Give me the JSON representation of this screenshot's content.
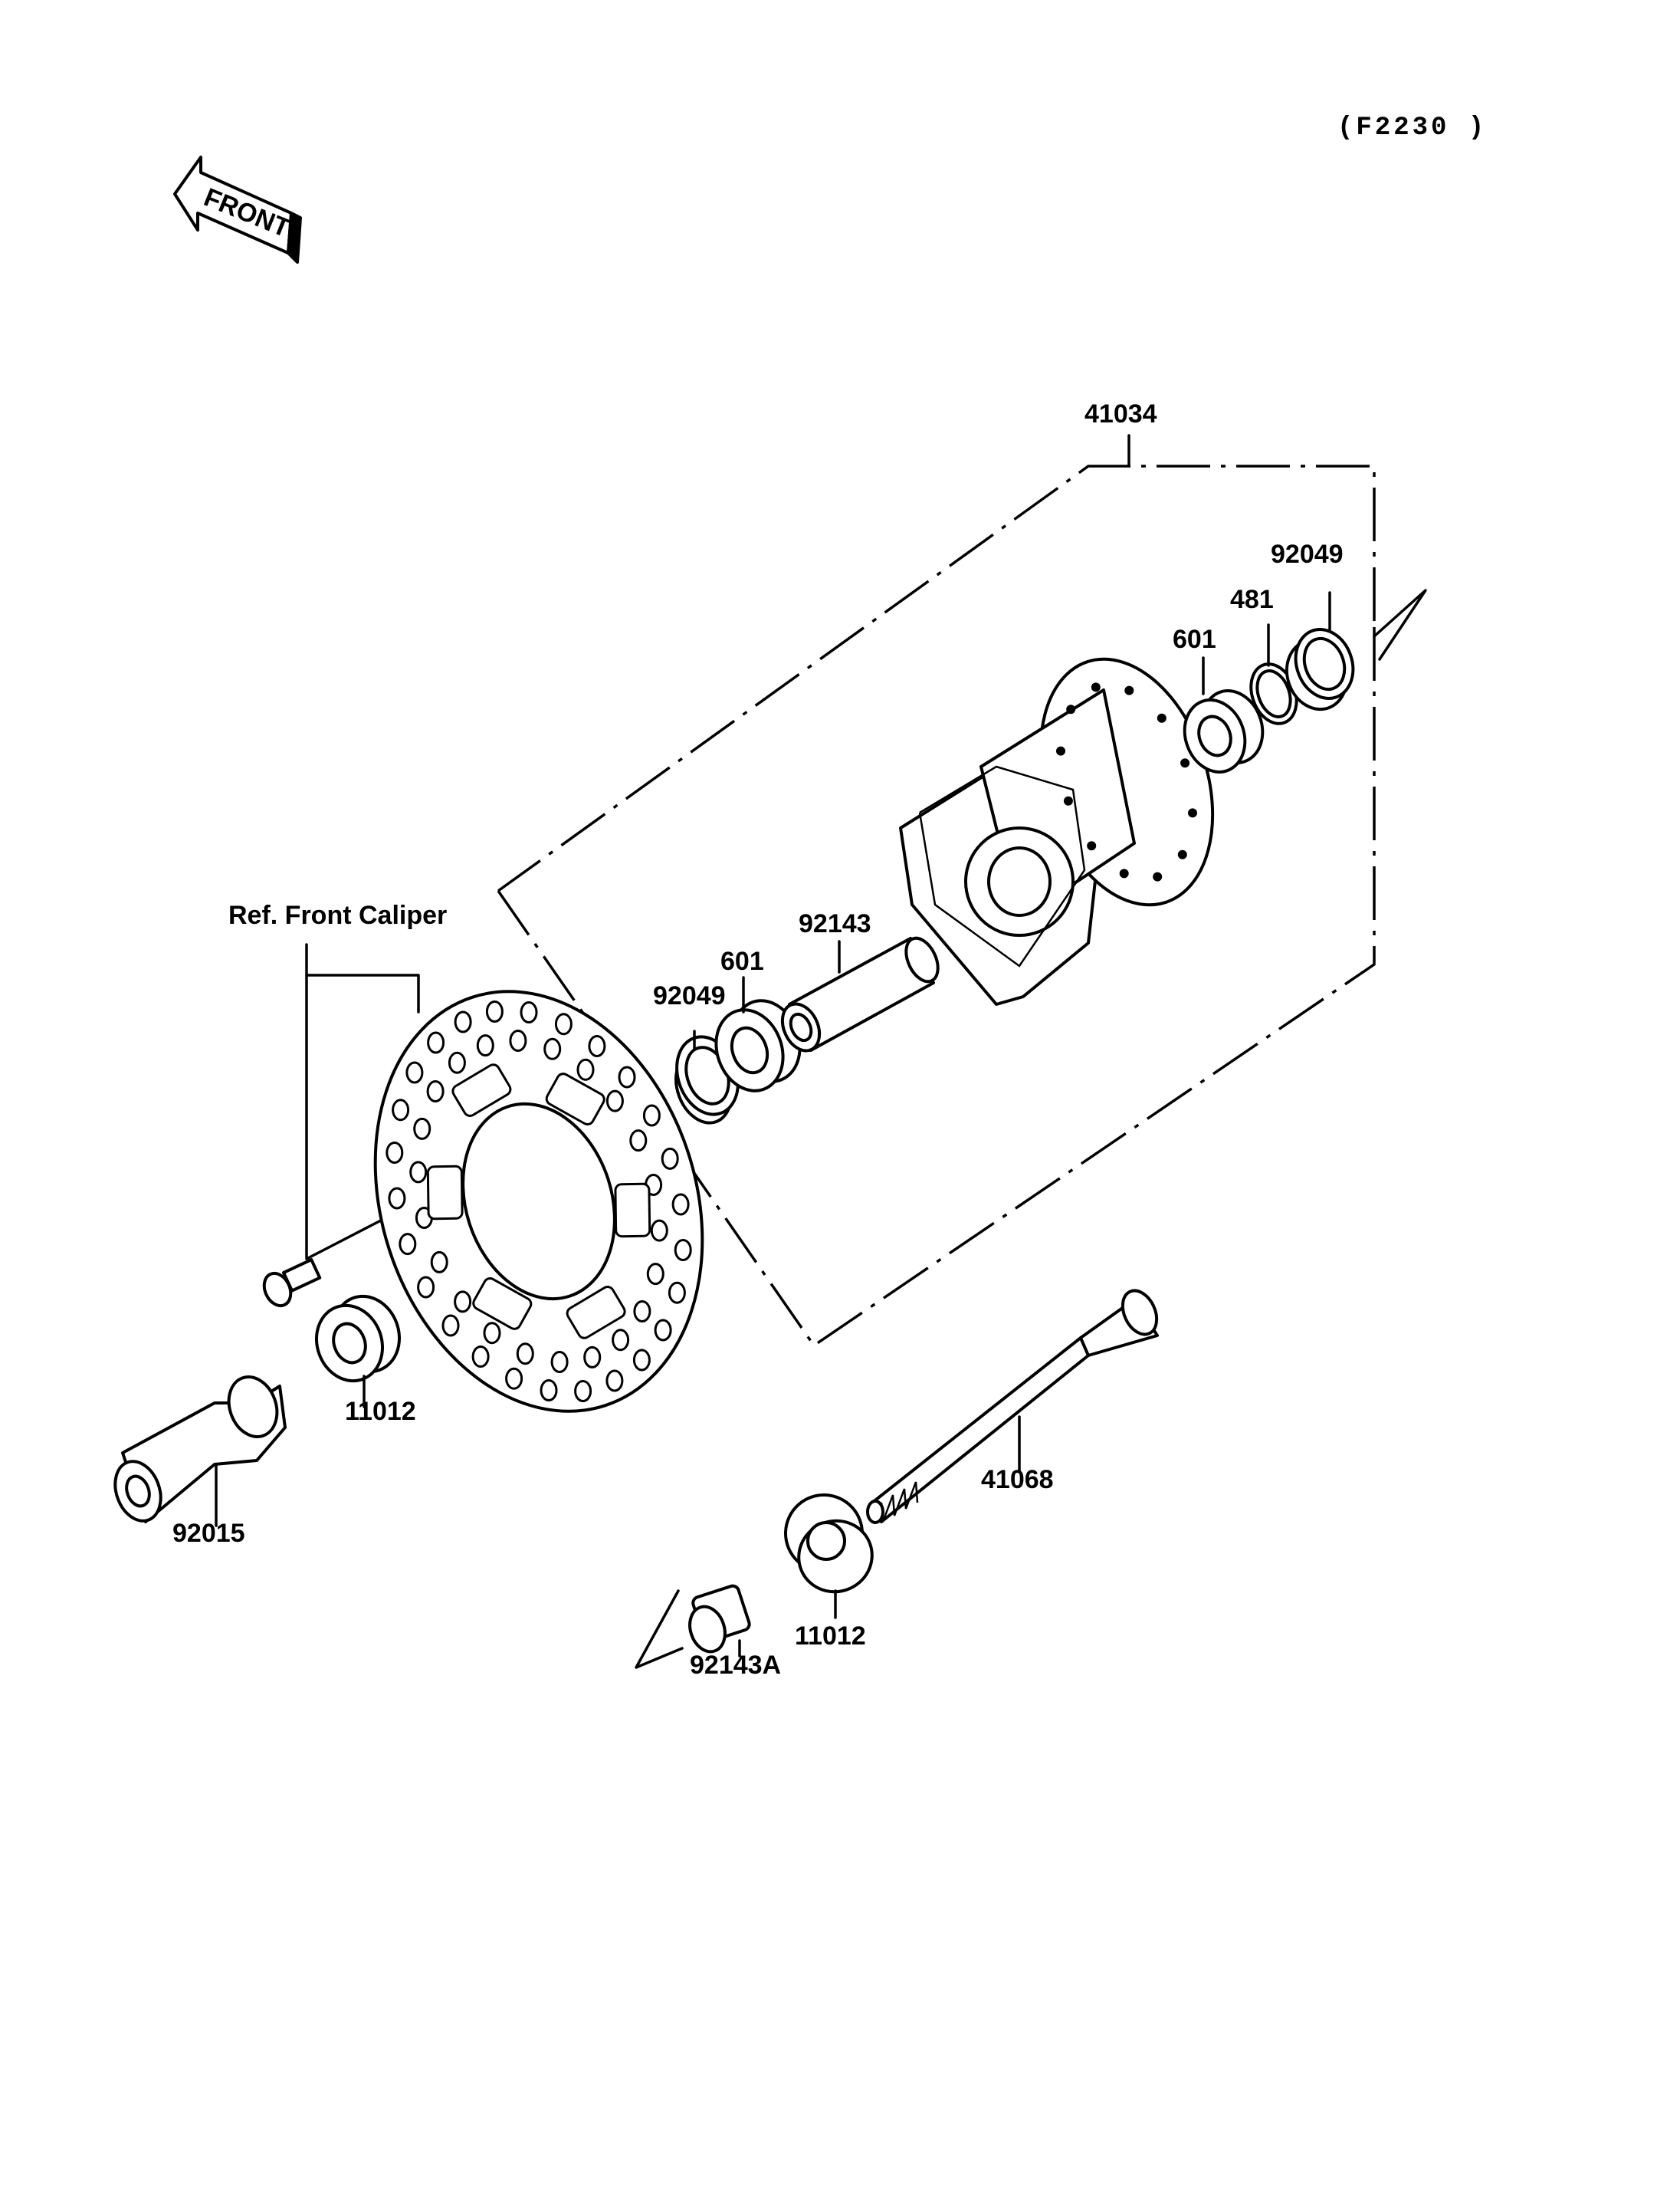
{
  "header": {
    "figure_code": "(F2230 )"
  },
  "front_badge": {
    "text": "FRONT"
  },
  "ref_note": "Ref. Front Caliper",
  "callouts": {
    "hub_assembly": "41034",
    "seal_right": "92049",
    "circlip": "481",
    "bearing_right": "601",
    "spacer": "92143",
    "bearing_left": "601",
    "seal_left": "92049",
    "collar_left": "11012",
    "axle_nut": "92015",
    "axle": "41068",
    "collar_right": "11012",
    "spacer_short": "92143A"
  }
}
